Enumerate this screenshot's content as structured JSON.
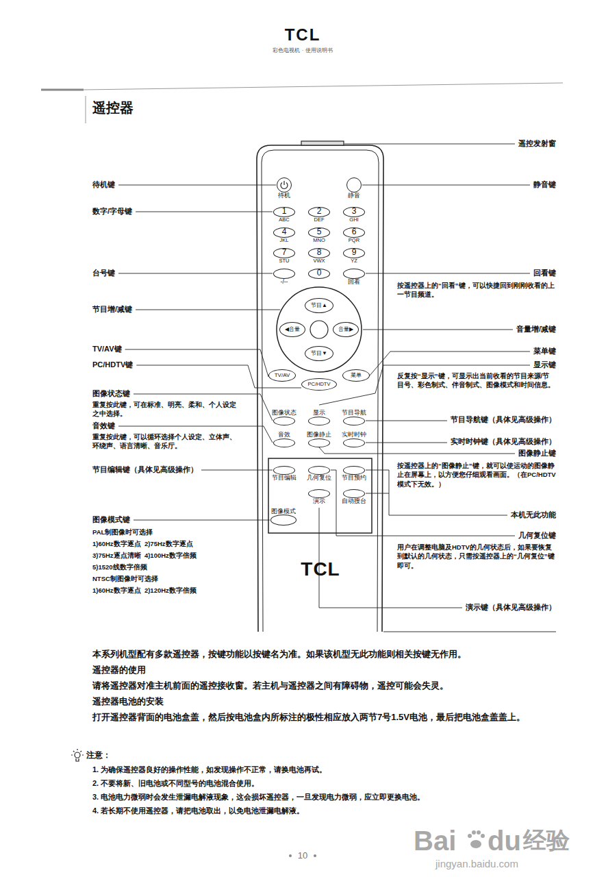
{
  "diagram": {
    "title": "遥控器",
    "nodes": [
      {
        "text": [
          "TCL"
        ]
      },
      {
        "text": [
          "待机"
        ],
        "in": 0
      },
      {
        "text": [
          "静音"
        ],
        "in": 0
      },
      {
        "text": [
          "1",
          "ABC"
        ],
        "in": 0
      },
      {
        "text": [
          "2",
          "DEF"
        ],
        "in": 0
      },
      {
        "text": [
          "3",
          "GHI"
        ],
        "in": 0
      },
      {
        "text": [
          "4",
          "JKL"
        ],
        "in": 0
      },
      {
        "text": [
          "5",
          "MNO"
        ],
        "in": 0
      },
      {
        "text": [
          "6",
          "PQR"
        ],
        "in": 0
      },
      {
        "text": [
          "7",
          "STU"
        ],
        "in": 0
      },
      {
        "text": [
          "8",
          "VWX"
        ],
        "in": 0
      },
      {
        "text": [
          "9",
          "YZ"
        ],
        "in": 0
      },
      {
        "text": [
          "-/--"
        ],
        "in": 0
      },
      {
        "text": [
          "0"
        ],
        "in": 0
      },
      {
        "text": [
          "回看"
        ],
        "in": 0
      },
      {
        "text": [
          "节目▲"
        ],
        "in": 0
      },
      {
        "text": [
          "◀音量"
        ],
        "in": 0
      },
      {
        "text": [
          "音量▶"
        ],
        "in": 0
      },
      {
        "text": [
          "节目▼"
        ],
        "in": 0
      },
      {
        "text": [
          "TV/AV"
        ],
        "in": 0
      },
      {
        "text": [
          "PC/HDTV"
        ],
        "in": 0
      },
      {
        "text": [
          "菜单"
        ],
        "in": 0
      },
      {
        "text": [
          "图像状态"
        ],
        "in": 0
      },
      {
        "text": [
          "显示"
        ],
        "in": 0
      },
      {
        "text": [
          "节目导航"
        ],
        "in": 0
      },
      {
        "text": [
          "音效"
        ],
        "in": 0
      },
      {
        "text": [
          "图像静止"
        ],
        "in": 0
      },
      {
        "text": [
          "实时时钟"
        ],
        "in": 0
      },
      {
        "text": [
          "节目编辑"
        ],
        "in": 0
      },
      {
        "text": [
          "几何复位"
        ],
        "in": 0
      },
      {
        "text": [
          "节目预约"
        ],
        "in": 0
      },
      {
        "text": [
          "图像模式"
        ],
        "in": 0
      },
      {
        "text": [
          "演示"
        ],
        "in": 0
      },
      {
        "text": [
          "自动搜台"
        ],
        "in": 0
      }
    ],
    "labels": [
      "TCL",
      "彩色电视机 · 使用说明书",
      "遥控发射窗",
      "待机键",
      "静音键",
      "数字/字母键",
      "台号键",
      "回看键",
      "按遥控器上的“回看”键，可以快捷回到刚刚收看的上一节目频道。",
      "节目增/减键",
      "音量增/减键",
      "TV/AV键",
      "菜单键",
      "PC/HDTV键",
      "显示键",
      "反复按“显示”键，可显示出当前收看的节目来源/节目号、彩色制式、伴音制式、图像模式和时间信息。",
      "图像状态键",
      "重复按此键，可在标准、明亮、柔和、个人设定之中选择。",
      "节目导航键（具体见高级操作）",
      "音效键",
      "重复按此键，可以循环选择个人设定、立体声、环绕声、语言清晰、音乐厅。",
      "实时时钟键（具体见高级操作）",
      "图像静止键",
      "按遥控器上的“图像静止”键，就可以使运动的图像静止在屏幕上，以方便您仔细观看画面。（在PC/HDTV模式下无效。）",
      "节目编辑键（具体见高级操作）",
      "本机无此功能",
      "图像模式键",
      "PAL制图像时可选择",
      "1)60Hz数字逐点  2)75Hz数字逐点",
      "3)75Hz逐点清晰  4)100Hz数字倍频",
      "5)1520线数字倍频",
      "NTSC制图像时可选择",
      "1)60Hz数字逐点  2)120Hz数字倍频",
      "几何复位键",
      "用户在调整电脑及HDTV的几何状态后，如果要恢复到默认的几何状态，只需按遥控器上的“几何复位”键即可。",
      "演示键（具体见高级操作）",
      "本系列机型配有多款遥控器，按键功能以按键名为准。如果该机型无此功能则相关按键无作用。",
      "遥控器的使用",
      "请将遥控器对准主机前面的遥控接收窗。若主机与遥控器之间有障碍物，遥控可能会失灵。",
      "遥控器电池的安装",
      "打开遥控器背面的电池盒盖，然后按电池盒内所标注的极性相应放入两节7号1.5V电池，最后把电池盒盖盖上。",
      "注意：",
      "1. 为确保遥控器良好的操作性能，如发现操作不正常，请换电池再试。",
      "2. 不要将新、旧电池或不同型号的电池混合使用。",
      "3. 电池电力微弱时会发生泄漏电解液现象，这会损坏遥控器，一旦发现电力微弱，应立即更换电池。",
      "4. 若长期不使用遥控器，请把电池取出，以免电池泄漏电解液。",
      "10",
      "Bai",
      "du",
      "经验",
      "jingyan.baidu.com"
    ]
  }
}
